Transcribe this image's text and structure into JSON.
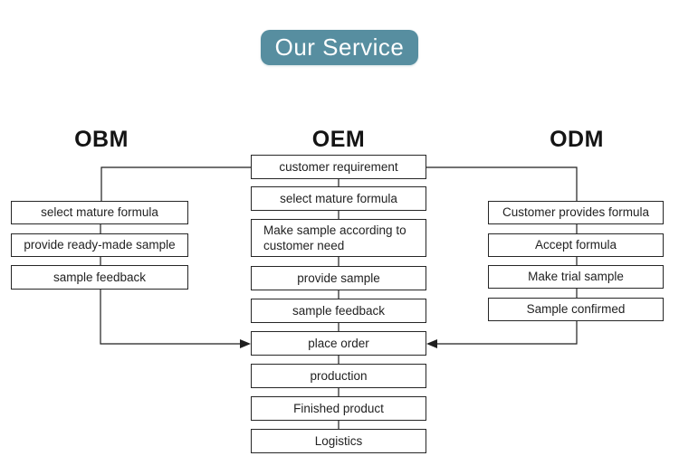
{
  "badge": {
    "label": "Our Service",
    "bg_color": "#578ea0",
    "text_color": "#fdfefe"
  },
  "columns": {
    "obm": {
      "title": "OBM",
      "steps": [
        "select mature formula",
        "provide ready-made sample",
        "sample feedback"
      ]
    },
    "oem": {
      "title": "OEM",
      "steps": [
        "customer requirement",
        "select mature formula",
        "Make sample according to customer need",
        "provide sample",
        "sample feedback",
        "place order",
        "production",
        "Finished product",
        "Logistics"
      ]
    },
    "odm": {
      "title": "ODM",
      "steps": [
        "Customer provides formula",
        "Accept formula",
        "Make trial sample",
        "Sample confirmed"
      ]
    }
  },
  "line_color": "#1f1f1f"
}
